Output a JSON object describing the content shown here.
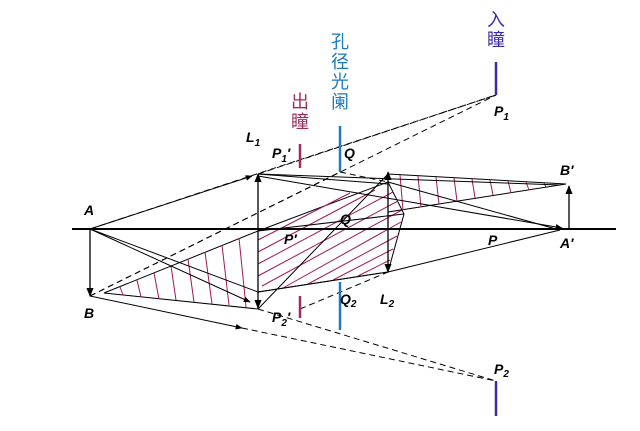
{
  "points": {
    "A": "A",
    "B": "B",
    "A_prime": "A′",
    "B_prime": "B′",
    "P": "P",
    "P_prime": "P′",
    "Q_center": "Q",
    "Q1": "Q",
    "Q2": "Q",
    "Q2_sub": "2",
    "P1": "P",
    "P1_sub": "1",
    "P2": "P",
    "P2_sub": "2",
    "P1_prime": "P",
    "P1_prime_sub": "1",
    "P1_prime_mark": "′",
    "P2_prime": "P",
    "P2_prime_sub": "2",
    "P2_prime_mark": "′",
    "L1": "L",
    "L1_sub": "1",
    "L2": "L",
    "L2_sub": "2"
  },
  "vertical_labels": {
    "entrance_pupil": [
      "入",
      "瞳"
    ],
    "exit_pupil": [
      "出",
      "瞳"
    ],
    "aperture_stop": [
      "孔",
      "径",
      "光",
      "阑"
    ]
  },
  "colors": {
    "ink": "#000000",
    "entrance_pupil": "#3b2aa8",
    "exit_pupil": "#9c2f5a",
    "aperture_stop": "#1e7ab8",
    "hatch": "#a0185a"
  }
}
